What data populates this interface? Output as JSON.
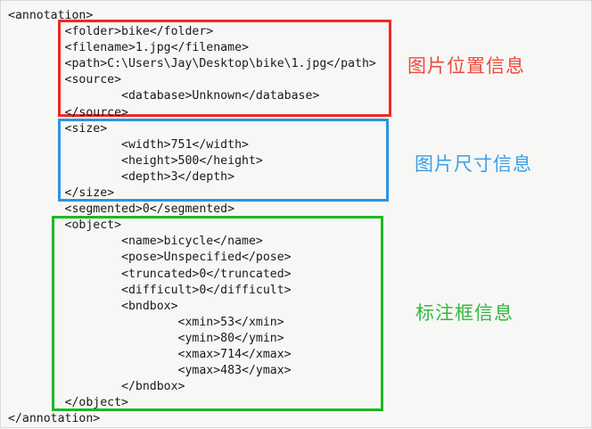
{
  "document": {
    "type": "pascal-voc-xml-annotation",
    "background_color": "#f7f7f5",
    "text_color": "#1a1a1a"
  },
  "xml_lines": [
    "<annotation>",
    "\t<folder>bike</folder>",
    "\t<filename>1.jpg</filename>",
    "\t<path>C:\\Users\\Jay\\Desktop\\bike\\1.jpg</path>",
    "\t<source>",
    "\t\t<database>Unknown</database>",
    "\t</source>",
    "\t<size>",
    "\t\t<width>751</width>",
    "\t\t<height>500</height>",
    "\t\t<depth>3</depth>",
    "\t</size>",
    "\t<segmented>0</segmented>",
    "\t<object>",
    "\t\t<name>bicycle</name>",
    "\t\t<pose>Unspecified</pose>",
    "\t\t<truncated>0</truncated>",
    "\t\t<difficult>0</difficult>",
    "\t\t<bndbox>",
    "\t\t\t<xmin>53</xmin>",
    "\t\t\t<ymin>80</ymin>",
    "\t\t\t<xmax>714</xmax>",
    "\t\t\t<ymax>483</ymax>",
    "\t\t</bndbox>",
    "\t</object>",
    "</annotation>"
  ],
  "xml_values": {
    "folder": "bike",
    "filename": "1.jpg",
    "path": "C:\\Users\\Jay\\Desktop\\bike\\1.jpg",
    "database": "Unknown",
    "width": "751",
    "height": "500",
    "depth": "3",
    "segmented": "0",
    "name": "bicycle",
    "pose": "Unspecified",
    "truncated": "0",
    "difficult": "0",
    "xmin": "53",
    "ymin": "80",
    "xmax": "714",
    "ymax": "483"
  },
  "annotations": {
    "location": {
      "label": "图片位置信息",
      "color": "#ee4a3c",
      "box_color": "#ee2a23"
    },
    "size": {
      "label": "图片尺寸信息",
      "color": "#3aa0e8",
      "box_color": "#2f93e0"
    },
    "bndbox": {
      "label": "标注框信息",
      "color": "#33b93f",
      "box_color": "#1db825"
    }
  }
}
